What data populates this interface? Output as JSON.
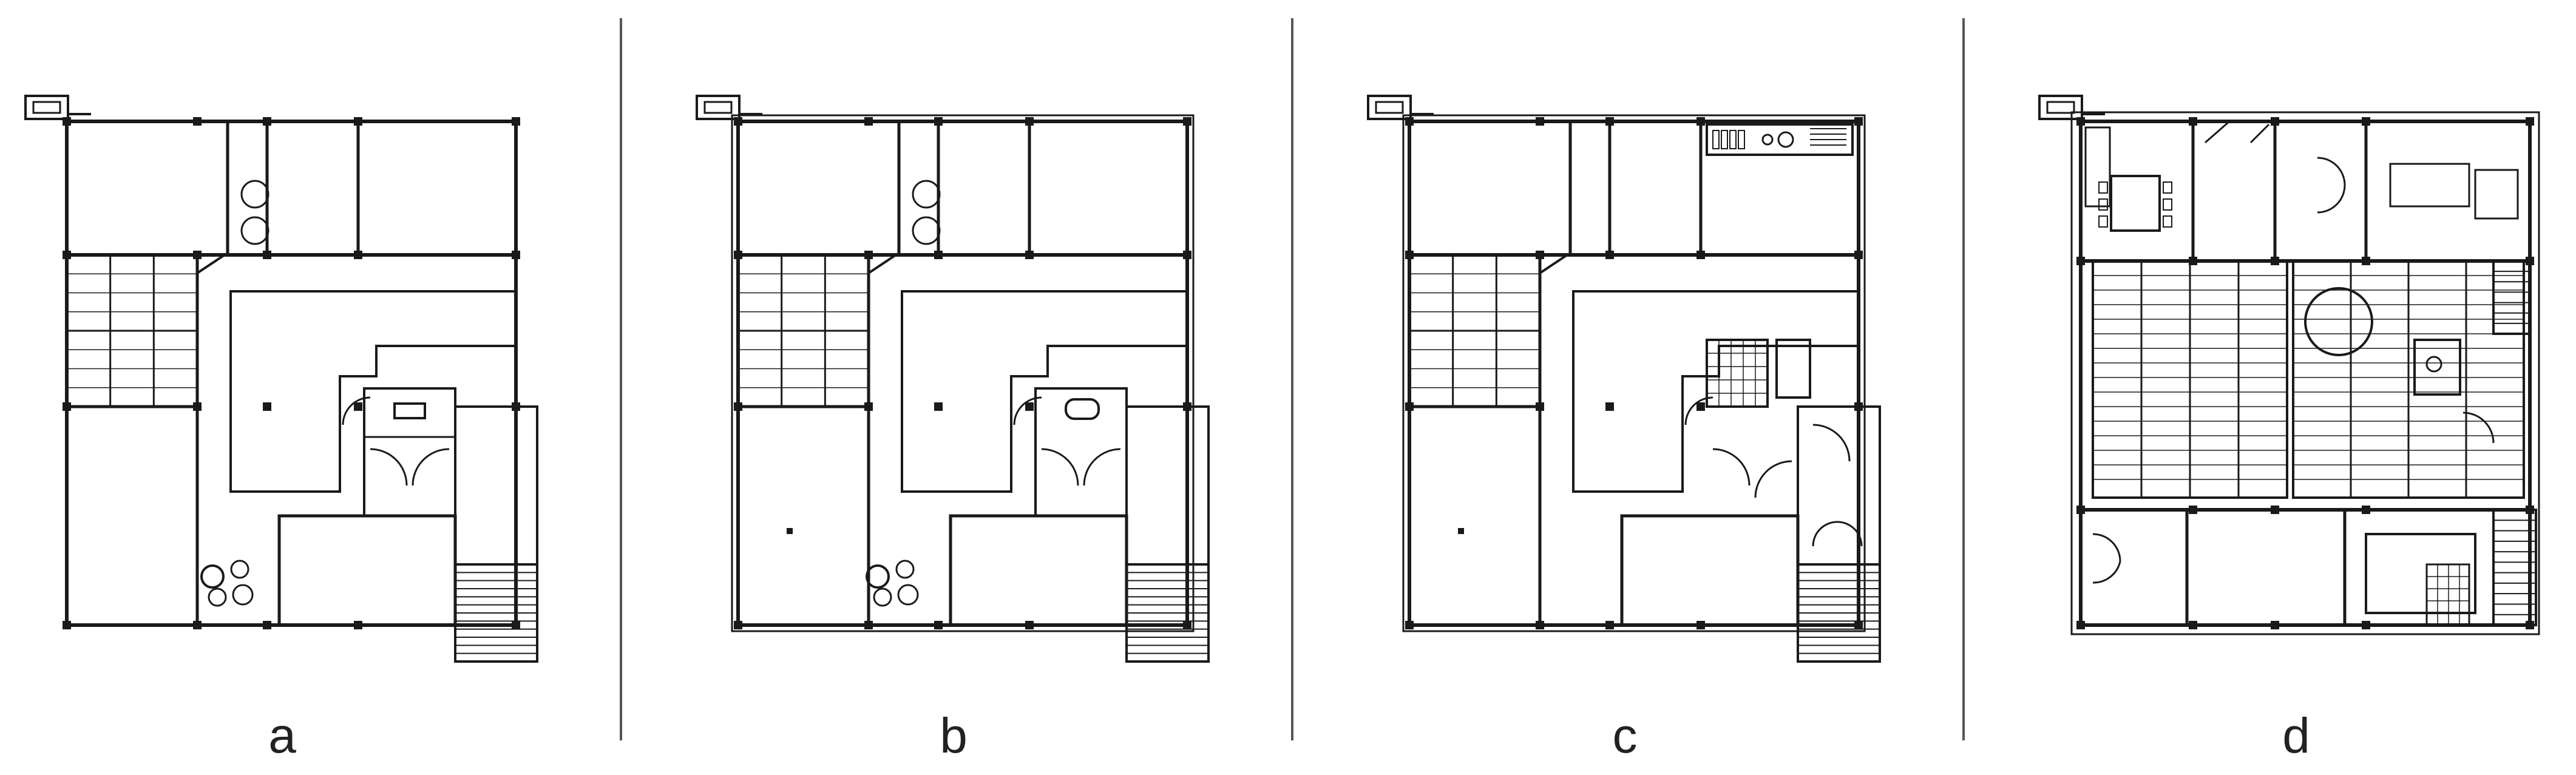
{
  "figure": {
    "panels": [
      {
        "id": "a",
        "label": "a"
      },
      {
        "id": "b",
        "label": "b"
      },
      {
        "id": "c",
        "label": "c"
      },
      {
        "id": "d",
        "label": "d"
      }
    ]
  },
  "colors": {
    "line": "#1a1a1a",
    "background": "#ffffff",
    "divider": "#555555"
  }
}
